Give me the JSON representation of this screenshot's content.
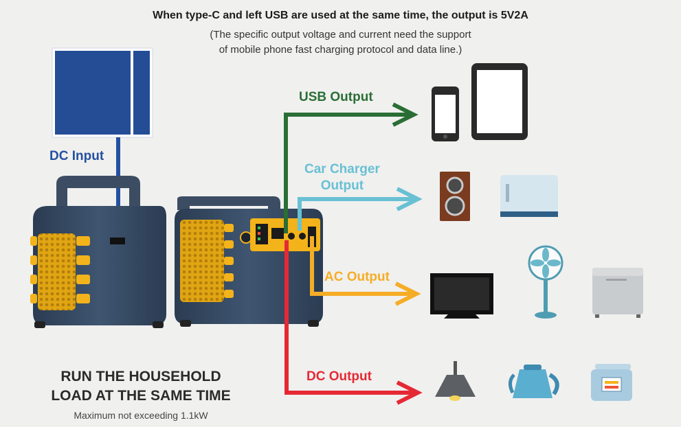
{
  "header": {
    "title": "When type-C and left USB are used at the same time, the output is 5V2A",
    "note_line1": "(The specific output voltage and current need the support",
    "note_line2": "of mobile phone fast charging protocol and data line.)"
  },
  "labels": {
    "usb_output": "USB Output",
    "car_charger_line1": "Car Charger",
    "car_charger_line2": "Output",
    "ac_output": "AC Output",
    "dc_output": "DC Output",
    "dc_input": "DC Input"
  },
  "footer": {
    "line1": "RUN THE HOUSEHOLD",
    "line2": "LOAD AT THE SAME TIME",
    "sub": "Maximum not exceeding 1.1kW"
  },
  "colors": {
    "usb": "#2a6e35",
    "car": "#69c0d3",
    "ac": "#f5ad27",
    "dc_out": "#e52934",
    "dc_in": "#2450a0",
    "panel": "#244d96",
    "station": "#34465e",
    "accent": "#f3b31a"
  },
  "icons": [
    "solar-panel-icon",
    "power-station-icon",
    "phone-icon",
    "tablet-icon",
    "speaker-icon",
    "car-fridge-icon",
    "tv-icon",
    "fan-icon",
    "chest-freezer-icon",
    "lamp-icon",
    "kettle-icon",
    "rice-cooker-icon"
  ]
}
